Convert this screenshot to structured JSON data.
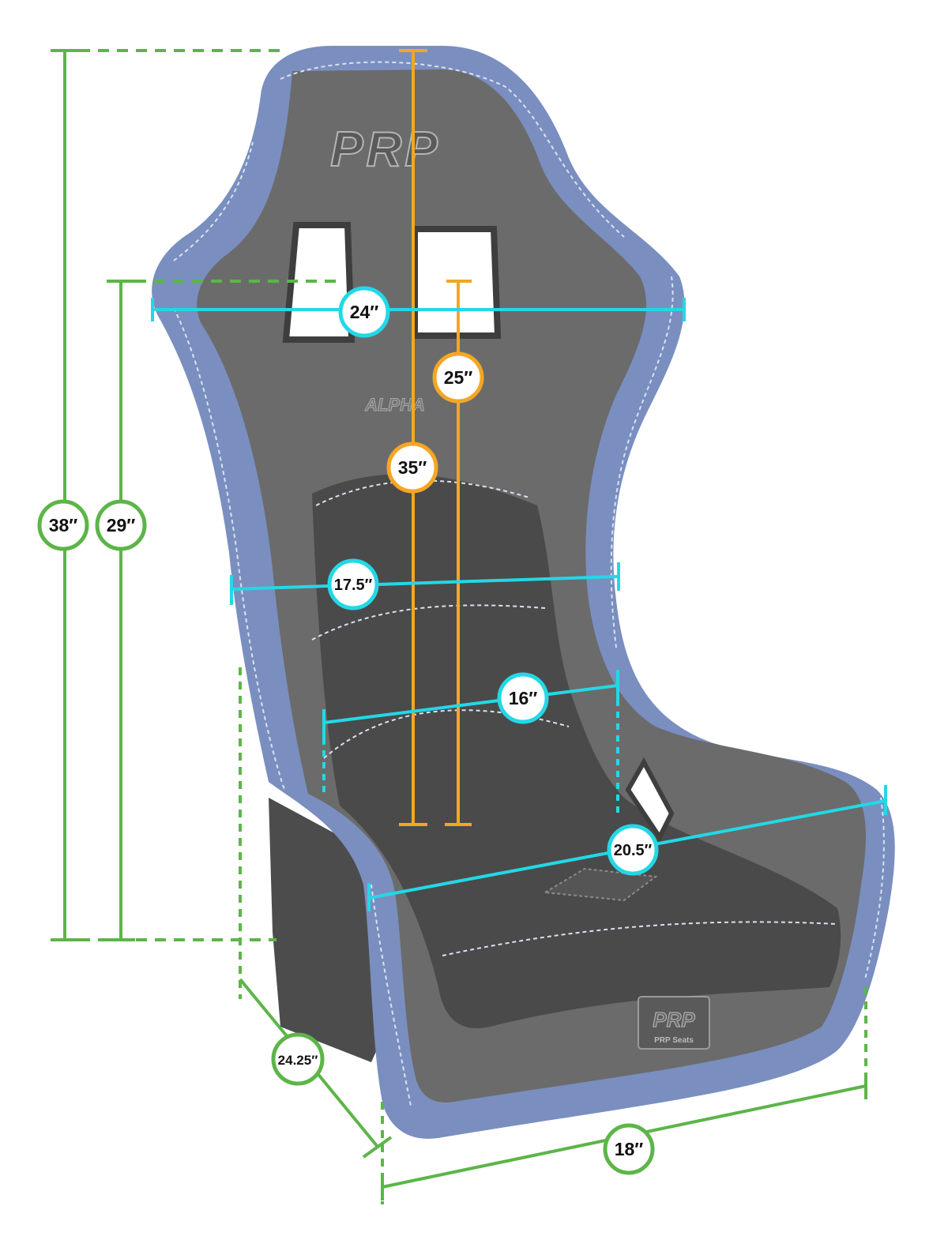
{
  "colors": {
    "height": "#5cb548",
    "center": "#f5a623",
    "width": "#23d8e6",
    "shell": "#7a8fbf",
    "cushion": "#6b6b6b",
    "mesh": "#4a4a4a",
    "stitch": "#d8e2f2"
  },
  "branding": {
    "logo_top": "PRP",
    "badge_logo": "PRP",
    "badge_text": "PRP Seats",
    "model": "ALPHA"
  },
  "measurements": {
    "overall_height": "38″",
    "back_height": "29″",
    "center_height": "35″",
    "harness_height": "25″",
    "shoulder_width": "24″",
    "back_width": "17.5″",
    "hip_width": "16″",
    "front_width": "20.5″",
    "depth": "24.25″",
    "base_width": "18″"
  }
}
